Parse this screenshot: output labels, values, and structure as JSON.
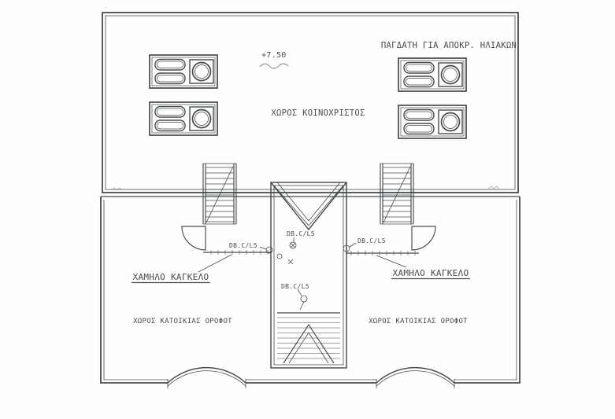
{
  "colors": {
    "line": "#454b4e",
    "line_light": "#8b9599",
    "background": "#fefefe"
  },
  "labels": {
    "elevation": "+7.50",
    "solar_note": "ΠΑΓΔΑΤΗ ΓΙΑ ΑΠΟΚΡ. ΗΛΙΑΚΩΝ",
    "common_area": "ΧΩΡΟΣ ΚΟΙΝΟΧΡΙΣΤΟΣ",
    "railing_left": "ΧΑΜΗΛΟ ΚΑΓΚΕΛΟ",
    "railing_right": "ΧΑΜΗΛΟ ΚΑΓΚΕΛΟ",
    "residence_left": "ΧΩΡΟΣ ΚΑΤΟΙΚΙΑΣ ΟΡΟΦΟΤ",
    "residence_right": "ΧΩΡΟΣ ΚΑΤΟΙΚΙΑΣ ΟΡΟΦΟΤ",
    "db_left": "DB.C/L5",
    "db_top": "DB.C/L5",
    "db_right": "DB.C/L5",
    "db_bottom": "DB.C/L5"
  },
  "symbols": {
    "solar_heater_count": 4,
    "staircase_count": 2
  }
}
